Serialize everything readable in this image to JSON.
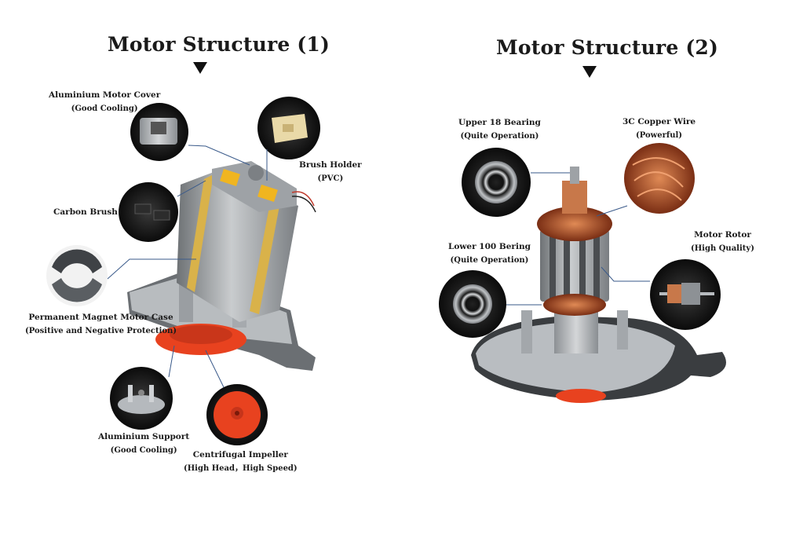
{
  "panels": [
    {
      "title": "Motor Structure (1)",
      "parts": [
        {
          "name": "Aluminium Motor Cover",
          "note": "(Good Cooling)"
        },
        {
          "name": "Brush Holder",
          "note": "(PVC)"
        },
        {
          "name": "Carbon Brush",
          "note": ""
        },
        {
          "name": "Permanent Magnet Motor Case",
          "note": "(Positive and Negative Protection)"
        },
        {
          "name": "Aluminium Support",
          "note": "(Good Cooling)"
        },
        {
          "name": "Centrifugal Impeller",
          "note": "(High Head，High Speed)"
        }
      ]
    },
    {
      "title": "Motor Structure (2)",
      "parts": [
        {
          "name": "Upper 18 Bearing",
          "note": "(Quite Operation)"
        },
        {
          "name": "3C Copper Wire",
          "note": "(Powerful)"
        },
        {
          "name": "Lower 100 Bering",
          "note": "(Quite Operation)"
        },
        {
          "name": "Motor Rotor",
          "note": "(High Quality)"
        }
      ]
    }
  ],
  "colors": {
    "impeller": "#e8421f",
    "copper": "#b4532a",
    "aluminium": "#a9adb2",
    "label_text": "#1a1a1a",
    "leader": "#3a5a8a"
  }
}
